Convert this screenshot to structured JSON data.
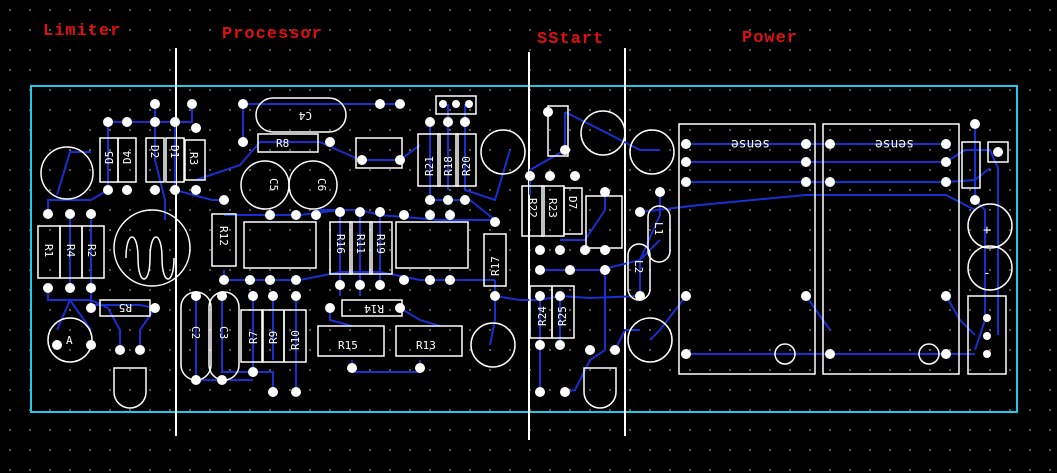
{
  "sections": {
    "limiter": "Limiter",
    "processor": "Processor",
    "sstart": "SStart",
    "power": "Power"
  },
  "components": {
    "r1": "R1",
    "r4": "R4",
    "r2": "R2",
    "r5": "R5",
    "d5": "D5",
    "d4": "D4",
    "d2": "D2",
    "d1": "D1",
    "r3": "R3",
    "c4": "C4",
    "r8": "R8",
    "c5": "C5",
    "c6": "C6",
    "r12": "R12",
    "c2": "C2",
    "c3": "C3",
    "r7": "R7",
    "r9": "R9",
    "r10": "R10",
    "r16": "R16",
    "r11": "R11",
    "r19": "R19",
    "r14": "R14",
    "r15": "R15",
    "r13": "R13",
    "r21": "R21",
    "r18": "R18",
    "r20": "R20",
    "r17": "R17",
    "r22": "R22",
    "r23": "R23",
    "d7": "D7",
    "r24": "R24",
    "r25": "R25",
    "l1": "L1",
    "l2": "L2",
    "sense1": "sense",
    "sense2": "sense",
    "pin_a": "A",
    "pin_plus": "+",
    "pin_minus": "-"
  },
  "colors": {
    "background": "#000000",
    "grid_dot": "#5a5a5a",
    "board_outline": "#22c8e8",
    "trace": "#1a2fd0",
    "silkscreen": "#ffffff",
    "section_label": "#e01010",
    "divider": "#ffffff"
  }
}
